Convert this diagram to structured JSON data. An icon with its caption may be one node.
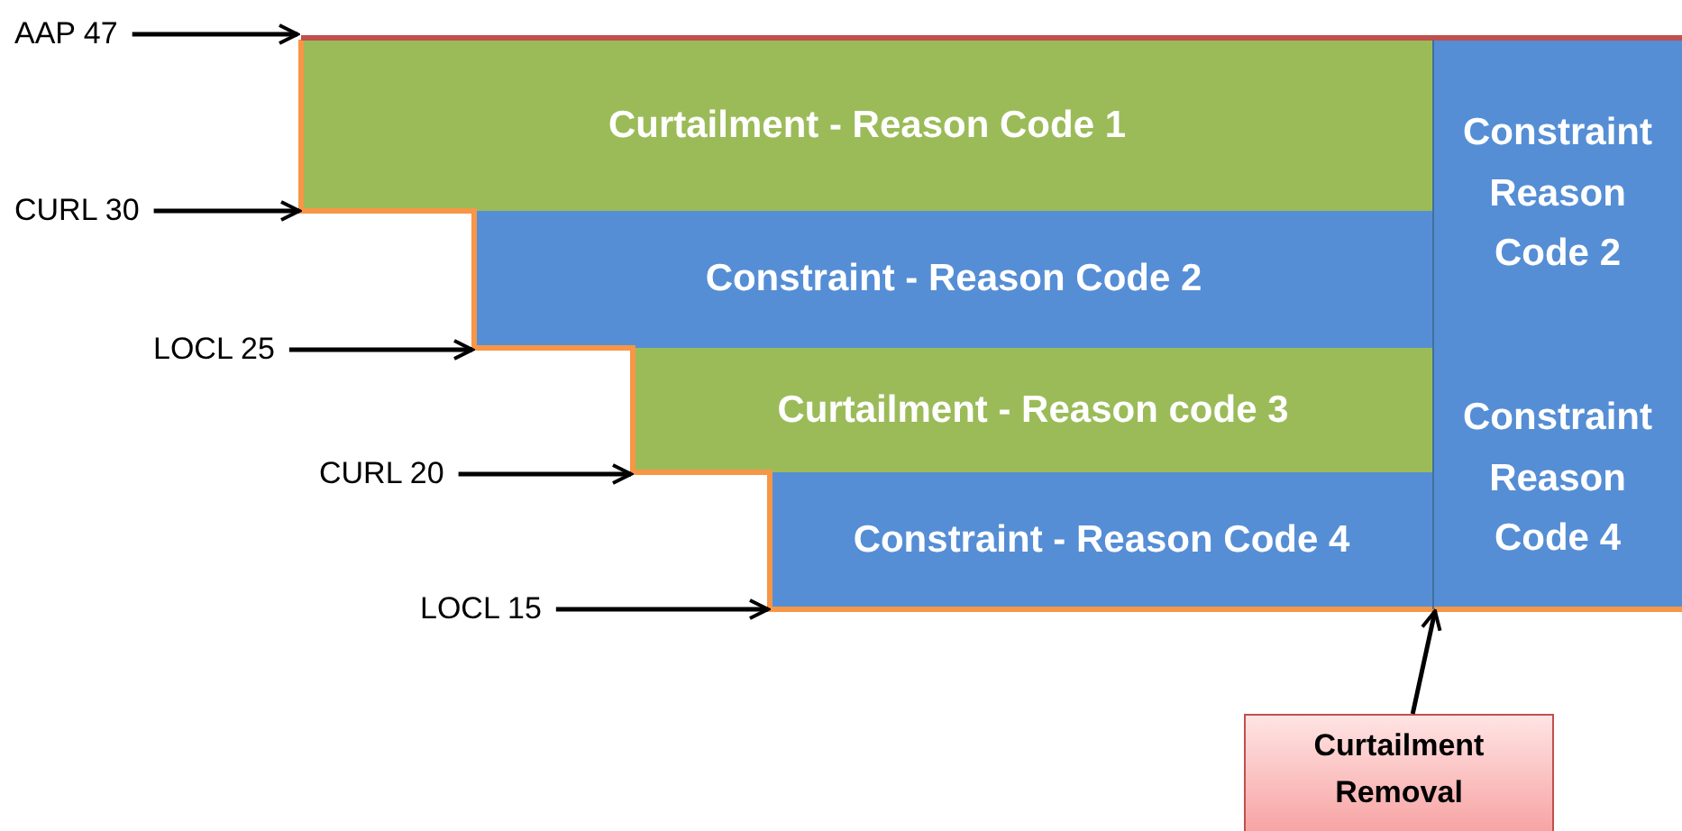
{
  "diagram": {
    "nodes": [
      {
        "text": [
          "AAP 47"
        ]
      },
      {
        "text": [
          "CURL 30"
        ]
      },
      {
        "text": [
          "LOCL 25"
        ]
      },
      {
        "text": [
          "CURL 20"
        ]
      },
      {
        "text": [
          "LOCL 15"
        ]
      },
      {
        "text": [
          "Curtailment - Reason Code 1"
        ]
      },
      {
        "text": [
          "Constraint - Reason Code 2"
        ]
      },
      {
        "text": [
          "Curtailment - Reason code 3"
        ]
      },
      {
        "text": [
          "Constraint - Reason Code 4"
        ]
      },
      {
        "text": [
          "Constraint Reason Code 2"
        ]
      },
      {
        "text": [
          "Constraint Reason Code 4"
        ]
      },
      {
        "text": [
          "Curtailment Removal"
        ]
      }
    ],
    "edges": [
      {
        "from": 0,
        "to": 5,
        "arrow": "to"
      },
      {
        "from": 1,
        "to": 5,
        "arrow": "to"
      },
      {
        "from": 2,
        "to": 6,
        "arrow": "to"
      },
      {
        "from": 3,
        "to": 7,
        "arrow": "to"
      },
      {
        "from": 4,
        "to": 8,
        "arrow": "to"
      },
      {
        "from": 11,
        "to": 10,
        "arrow": "to"
      }
    ]
  }
}
